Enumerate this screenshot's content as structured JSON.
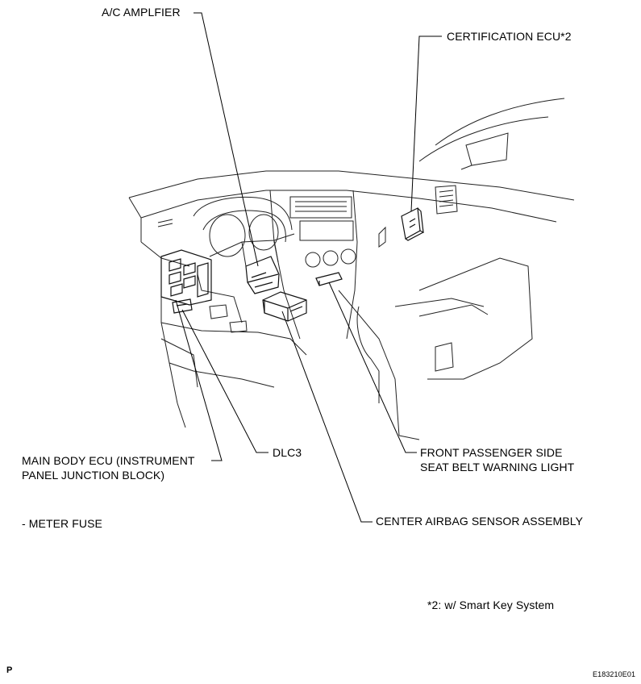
{
  "labels": {
    "ac_amplifier": "A/C AMPLFIER",
    "certification_ecu": "CERTIFICATION ECU*2",
    "main_body_ecu_line1": "MAIN BODY ECU (INSTRUMENT",
    "main_body_ecu_line2": "PANEL JUNCTION BLOCK)",
    "dlc3": "DLC3",
    "front_passenger_line1": "FRONT PASSENGER SIDE",
    "front_passenger_line2": "SEAT BELT WARNING LIGHT",
    "meter_fuse": "- METER FUSE",
    "center_airbag": "CENTER AIRBAG SENSOR ASSEMBLY"
  },
  "footnote": "*2: w/ Smart Key System",
  "corner_mark": "P",
  "figure_code": "E183210E01"
}
